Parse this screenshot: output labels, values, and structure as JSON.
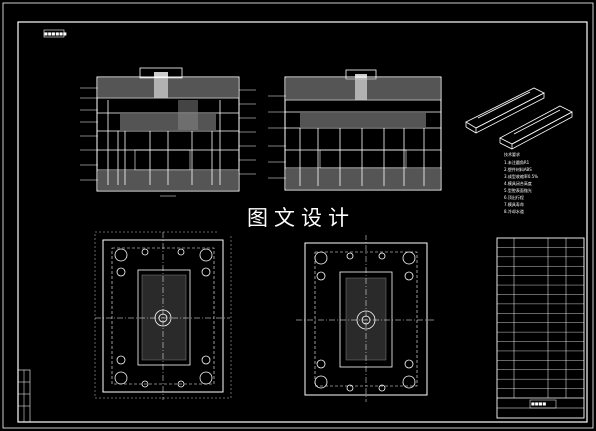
{
  "header": {
    "stamp": "■■■■■■"
  },
  "watermark": {
    "text": "图文设计"
  },
  "notes": {
    "title": "技术要求",
    "lines": [
      "1.未注圆角R1",
      "2.塑件材料ABS",
      "3.成型收缩率0.5%",
      "4.模具闭合高度",
      "5.型腔表面抛光",
      "6.顶出行程",
      "7.模具寿命",
      "8.冷却水道"
    ]
  },
  "title_block": {
    "rows": 17,
    "label": "■■■■"
  },
  "colors": {
    "background": "#000000",
    "line": "#ffffff",
    "hatch": "#c8c8c8"
  }
}
